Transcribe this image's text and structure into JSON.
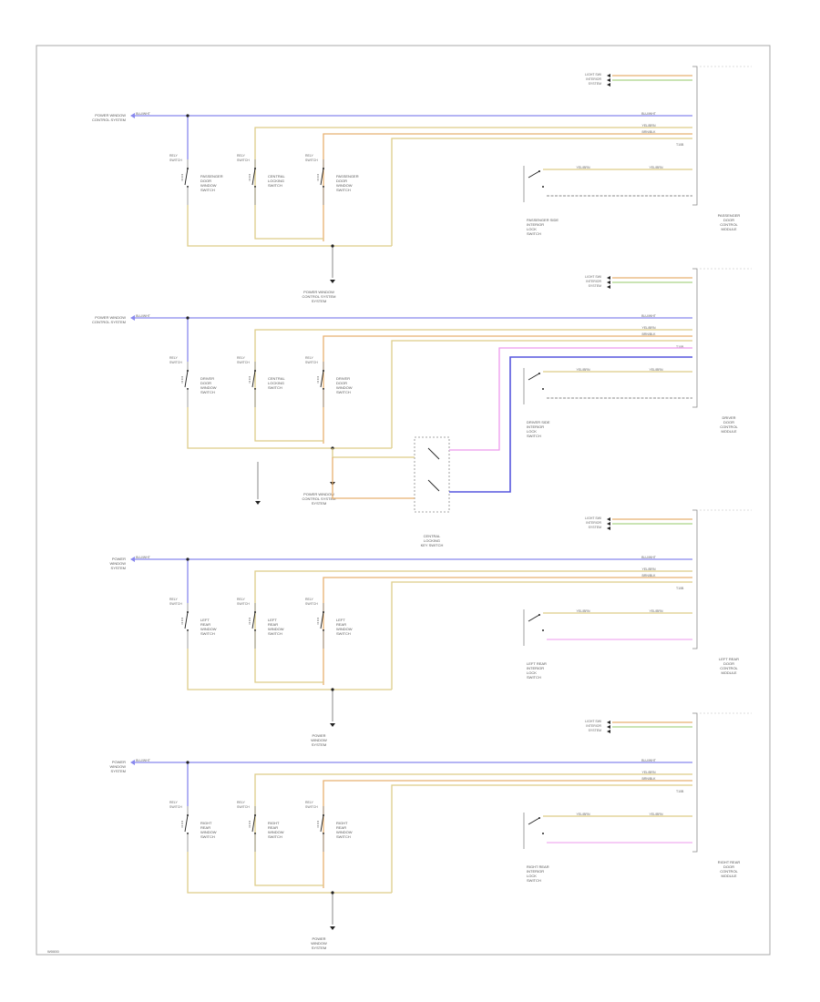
{
  "colors": {
    "frame": "#aaaaaa",
    "blue": "#8888ee",
    "yellow": "#ddcc88",
    "orange": "#e8b070",
    "green": "#aad488",
    "pink": "#ee99ee",
    "blue_dark": "#5555dd",
    "gray": "#888888",
    "black": "#222222"
  },
  "footer_code": "W0000",
  "sections": [
    {
      "source_label": [
        "POWER WINDOW",
        "CONTROL SYSTEM"
      ],
      "ground_label": [
        "POWER WINDOW",
        "CONTROL SYSTEM",
        "SYSTEM"
      ],
      "switch_captions": [
        [
          "PASSENGER",
          "DOOR",
          "WINDOW",
          "SWITCH"
        ],
        [
          "CENTRAL",
          "LOCKING",
          "SWITCH"
        ],
        [
          "PASSENGER",
          "DOOR",
          "WINDOW",
          "SWITCH"
        ]
      ],
      "module_caption": [
        "PASSENGER",
        "DOOR",
        "CONTROL",
        "MODULE"
      ],
      "switch_right_caption": [
        "PASSENGER SIDE",
        "INTERIOR",
        "LOCK",
        "SWITCH"
      ],
      "wire_top": "BLU/WHT",
      "wire_mid": "YEL/BRN",
      "wire_low": "BRN/BLK",
      "pin_label": "T10B"
    },
    {
      "source_label": [
        "POWER WINDOW",
        "CONTROL SYSTEM"
      ],
      "ground_label": [
        "POWER WINDOW",
        "CONTROL SYSTEM",
        "SYSTEM"
      ],
      "switch_captions": [
        [
          "DRIVER",
          "DOOR",
          "WINDOW",
          "SWITCH"
        ],
        [
          "CENTRAL",
          "LOCKING",
          "SWITCH"
        ],
        [
          "DRIVER",
          "DOOR",
          "WINDOW",
          "SWITCH"
        ]
      ],
      "module_caption": [
        "DRIVER",
        "DOOR",
        "CONTROL",
        "MODULE"
      ],
      "switch_right_caption": [
        "DRIVER SIDE",
        "INTERIOR",
        "LOCK",
        "SWITCH"
      ],
      "lock_switch_caption": [
        "CENTRAL",
        "LOCKING",
        "KEY SWITCH"
      ],
      "wire_top": "BLU/WHT",
      "wire_mid": "YEL/BRN",
      "wire_low": "BRN/BLK",
      "pin_label": "T10B"
    },
    {
      "source_label": [
        "POWER",
        "WINDOW",
        "SYSTEM"
      ],
      "ground_label": [
        "POWER",
        "WINDOW",
        "SYSTEM"
      ],
      "switch_captions": [
        [
          "LEFT",
          "REAR",
          "WINDOW",
          "SWITCH"
        ],
        [
          "LEFT",
          "REAR",
          "WINDOW",
          "SWITCH"
        ],
        [
          "LEFT",
          "REAR",
          "WINDOW",
          "SWITCH"
        ]
      ],
      "module_caption": [
        "LEFT REAR",
        "DOOR",
        "CONTROL",
        "MODULE"
      ],
      "switch_right_caption": [
        "LEFT REAR",
        "INTERIOR",
        "LOCK",
        "SWITCH"
      ],
      "wire_top": "BLU/WHT",
      "wire_mid": "YEL/BRN",
      "wire_low": "BRN/BLK",
      "pin_label": "T10B"
    },
    {
      "source_label": [
        "POWER",
        "WINDOW",
        "SYSTEM"
      ],
      "ground_label": [
        "POWER",
        "WINDOW",
        "SYSTEM"
      ],
      "switch_captions": [
        [
          "RIGHT",
          "REAR",
          "WINDOW",
          "SWITCH"
        ],
        [
          "RIGHT",
          "REAR",
          "WINDOW",
          "SWITCH"
        ],
        [
          "RIGHT",
          "REAR",
          "WINDOW",
          "SWITCH"
        ]
      ],
      "module_caption": [
        "RIGHT REAR",
        "DOOR",
        "CONTROL",
        "MODULE"
      ],
      "switch_right_caption": [
        "RIGHT REAR",
        "INTERIOR",
        "LOCK",
        "SWITCH"
      ],
      "wire_top": "BLU/WHT",
      "wire_mid": "YEL/BRN",
      "wire_low": "BRN/BLK",
      "pin_label": "T10B"
    }
  ]
}
